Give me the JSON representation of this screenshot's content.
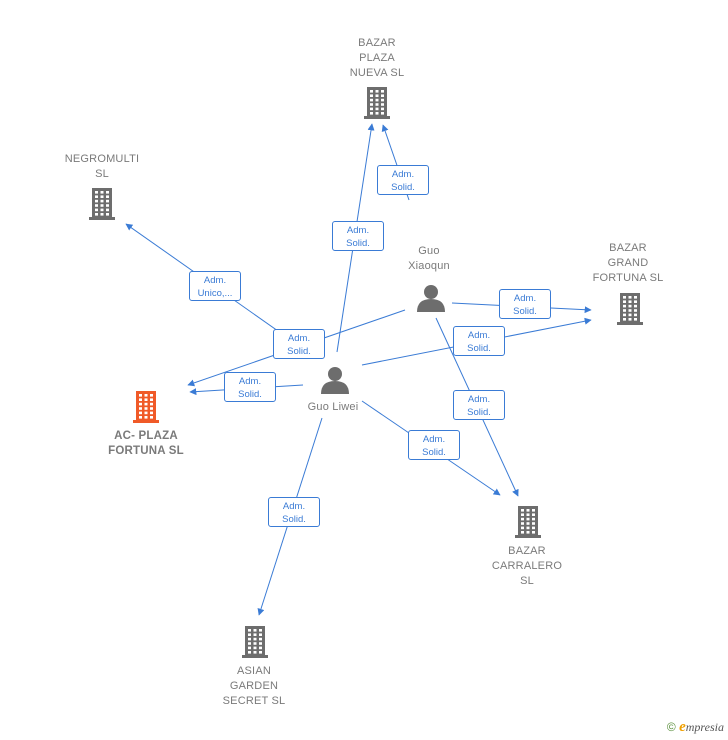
{
  "colors": {
    "edge": "#3a7bd5",
    "building": "#6d6d6d",
    "focus": "#f05a28",
    "person": "#6d6d6d"
  },
  "nodes": [
    {
      "id": "bazar-plaza",
      "type": "company",
      "label": "BAZAR\nPLAZA\nNUEVA  SL"
    },
    {
      "id": "negromulti",
      "type": "company",
      "label": "NEGROMULTI\nSL"
    },
    {
      "id": "bazar-grand",
      "type": "company",
      "label": "BAZAR\nGRAND\nFORTUNA  SL"
    },
    {
      "id": "ac-plaza",
      "type": "company-focus",
      "label": "AC- PLAZA\nFORTUNA  SL"
    },
    {
      "id": "bazar-carralero",
      "type": "company",
      "label": "BAZAR\nCARRALERO\nSL"
    },
    {
      "id": "asian-garden",
      "type": "company",
      "label": "ASIAN\nGARDEN\nSECRET  SL"
    },
    {
      "id": "guo-xiaoqun",
      "type": "person",
      "label": "Guo\nXiaoqun"
    },
    {
      "id": "guo-liwei",
      "type": "person",
      "label": "Guo Liwei"
    }
  ],
  "edges": [
    {
      "id": "e1",
      "from": "guo-xiaoqun",
      "to": "bazar-plaza",
      "label": [
        "Adm.",
        "Solid."
      ]
    },
    {
      "id": "e2",
      "from": "guo-liwei",
      "to": "bazar-plaza",
      "label": [
        "Adm.",
        "Solid."
      ]
    },
    {
      "id": "e3",
      "from": "guo-liwei",
      "to": "negromulti",
      "label": [
        "Adm.",
        "Unico,..."
      ]
    },
    {
      "id": "e4",
      "from": "guo-xiaoqun",
      "to": "ac-plaza",
      "label": [
        "Adm.",
        "Solid."
      ]
    },
    {
      "id": "e5",
      "from": "guo-liwei",
      "to": "ac-plaza",
      "label": [
        "Adm.",
        "Solid."
      ]
    },
    {
      "id": "e6",
      "from": "guo-xiaoqun",
      "to": "bazar-grand",
      "label": [
        "Adm.",
        "Solid."
      ]
    },
    {
      "id": "e7",
      "from": "guo-liwei",
      "to": "bazar-grand",
      "label": [
        "Adm.",
        "Solid."
      ]
    },
    {
      "id": "e8",
      "from": "guo-xiaoqun",
      "to": "bazar-carralero",
      "label": [
        "Adm.",
        "Solid."
      ]
    },
    {
      "id": "e9",
      "from": "guo-liwei",
      "to": "bazar-carralero",
      "label": [
        "Adm.",
        "Solid."
      ]
    },
    {
      "id": "e10",
      "from": "guo-liwei",
      "to": "asian-garden",
      "label": [
        "Adm.",
        "Solid."
      ]
    }
  ],
  "footer": {
    "copyright": "©",
    "brand_initial": "e",
    "brand_rest": "mpresia"
  }
}
